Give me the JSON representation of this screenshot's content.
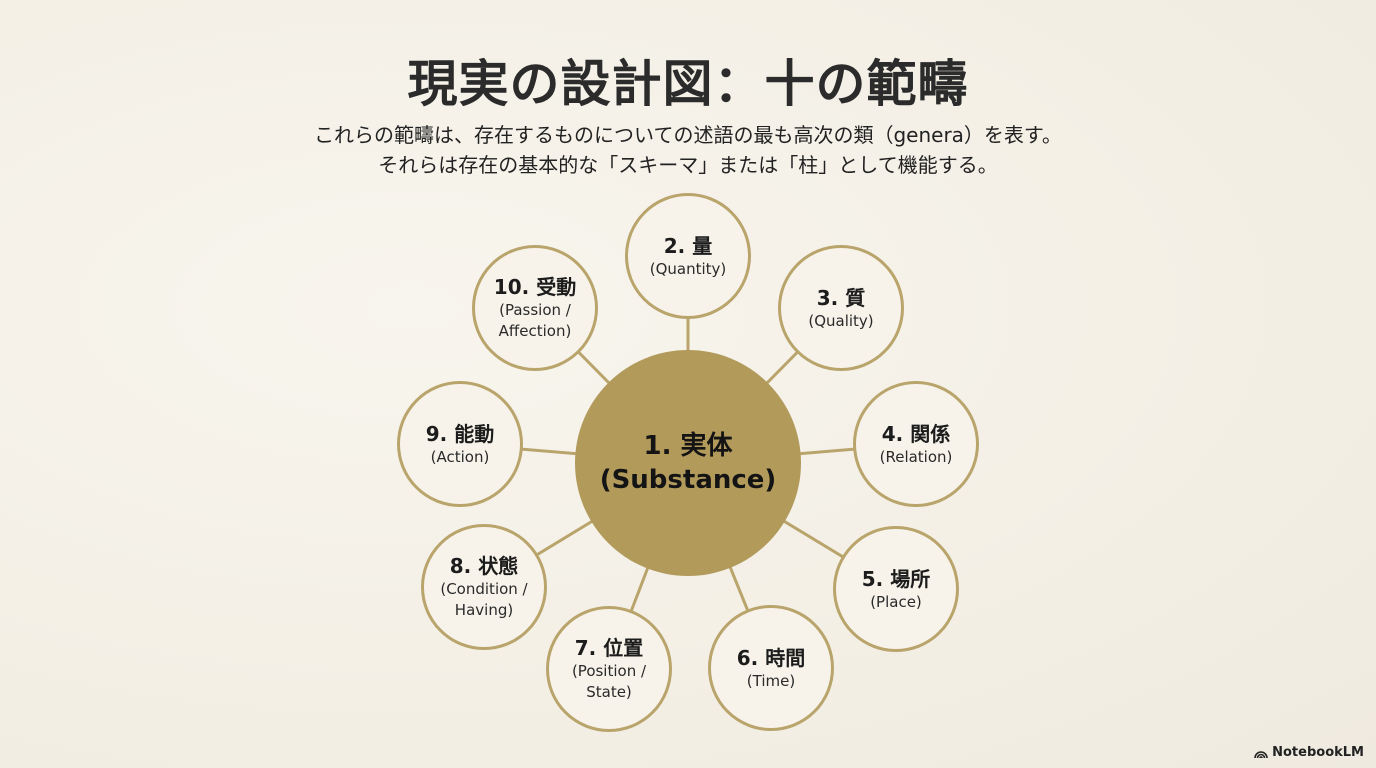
{
  "title": "現実の設計図：十の範疇",
  "subtitle": {
    "line1": "これらの範疇は、存在するものについての述語の最も高次の類（genera）を表す。",
    "line2": "それらは存在の基本的な「スキーマ」または「柱」として機能する。"
  },
  "colors": {
    "background": "#f5f1e8",
    "center_fill": "#b29a5b",
    "ring_stroke": "#b9a46b",
    "connector": "#b9a46b"
  },
  "center": {
    "label": "1. 実体",
    "english": "(Substance)"
  },
  "categories": [
    {
      "label": "2. 量",
      "english": "(Quantity)"
    },
    {
      "label": "3. 質",
      "english": "(Quality)"
    },
    {
      "label": "4. 関係",
      "english": "(Relation)"
    },
    {
      "label": "5. 場所",
      "english": "(Place)"
    },
    {
      "label": "6. 時間",
      "english": "(Time)"
    },
    {
      "label": "7. 位置",
      "english": "(Position / State)"
    },
    {
      "label": "8. 状態",
      "english": "(Condition / Having)"
    },
    {
      "label": "9. 能動",
      "english": "(Action)"
    },
    {
      "label": "10. 受動",
      "english": "(Passion / Affection)"
    }
  ],
  "brand": {
    "icon": "notebooklm-logo-icon",
    "label": "NotebookLM"
  }
}
